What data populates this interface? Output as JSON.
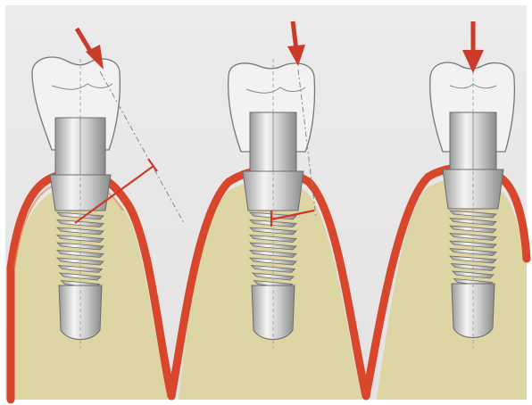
{
  "figure": {
    "panel_count": 3,
    "colors": {
      "background": "#e9e7e7",
      "bone": "#ddd5a3",
      "gum": "#d8472b",
      "arrow": "#cc3a2a",
      "crown_outline": "#777777",
      "implant_light": "#e8e8e8",
      "implant_dark": "#8a8a8a"
    },
    "panels": [
      {
        "id": "left",
        "load": "oblique",
        "moment_arm": "long"
      },
      {
        "id": "middle",
        "load": "slightly-oblique",
        "moment_arm": "short"
      },
      {
        "id": "right",
        "load": "axial",
        "moment_arm": "none"
      }
    ]
  }
}
